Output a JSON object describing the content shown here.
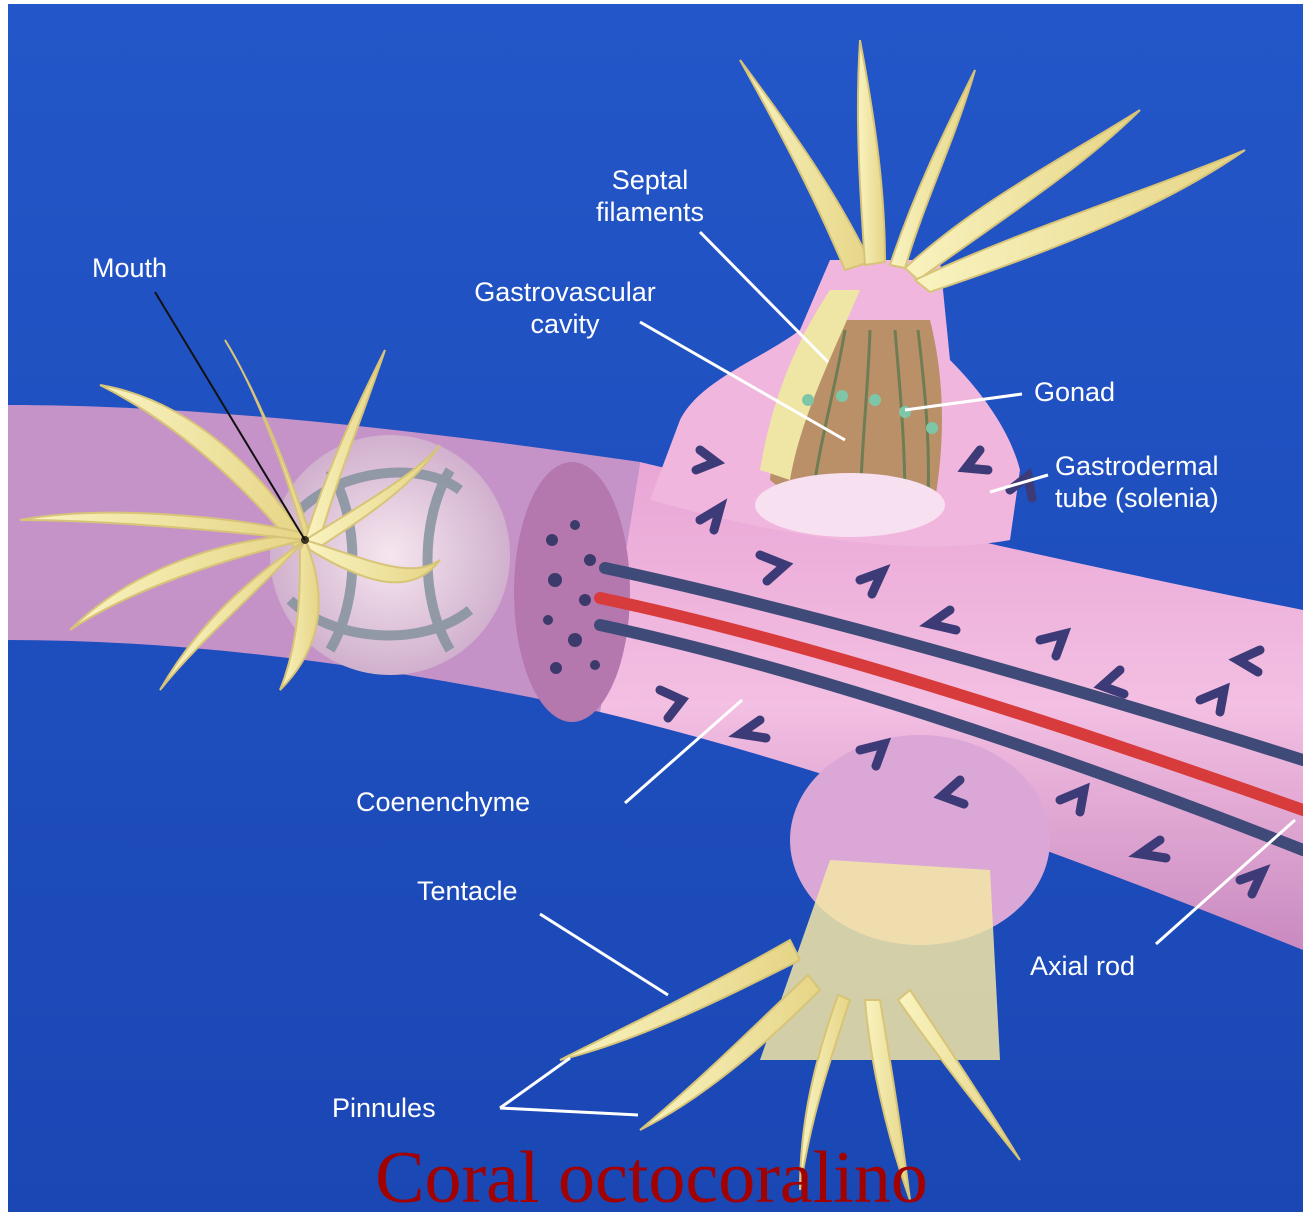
{
  "colors": {
    "background": "#1d4fc0",
    "coenenchyme": "#f2b8dc",
    "tentacle": "#f6ecab",
    "axial_rod": "#d83b3b",
    "caption": "#a30000"
  },
  "labels": {
    "septal_filaments": [
      "Septal",
      "filaments"
    ],
    "mouth": "Mouth",
    "gastrovascular_cavity": [
      "Gastrovascular",
      "cavity"
    ],
    "gonad": "Gonad",
    "gastrodermal_tube": [
      "Gastrodermal",
      "tube (solenia)"
    ],
    "coenenchyme": "Coenenchyme",
    "tentacle": "Tentacle",
    "axial_rod": "Axial rod",
    "pinnules": "Pinnules"
  },
  "caption": "Coral octocoralino"
}
